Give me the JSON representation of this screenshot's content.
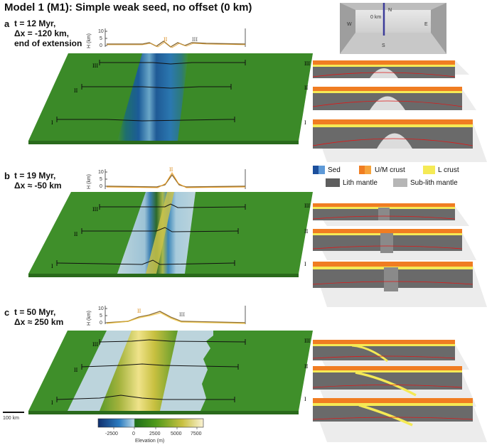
{
  "figure": {
    "title": "Model 1 (M1): Simple weak seed, no offset (0 km)"
  },
  "panels": [
    {
      "letter": "a",
      "line1": "t = 12 Myr,",
      "line2": "Δx = -120 km,",
      "line3": "end of extension"
    },
    {
      "letter": "b",
      "line1": "t = 19 Myr,",
      "line2": "Δx ≈ -50 km",
      "line3": ""
    },
    {
      "letter": "c",
      "line1": "t = 50 Myr,",
      "line2": "Δx ≈ 250 km",
      "line3": ""
    }
  ],
  "profile_axis": {
    "label": "H (km)",
    "ticks": [
      "10",
      "5",
      "0"
    ]
  },
  "profile_markers": {
    "II": "II",
    "III": "III"
  },
  "section_labels": {
    "I": "I",
    "II": "II",
    "III": "III"
  },
  "orientation_box": {
    "north": "N",
    "south": "S",
    "east": "E",
    "west": "W",
    "seed_label": "0 km"
  },
  "materials_legend": {
    "sed": "Sed",
    "um_crust": "U/M crust",
    "l_crust": "L crust",
    "lith_mantle": "Lith mantle",
    "sublith_mantle": "Sub-lith mantle"
  },
  "colorbar": {
    "title": "Elevation (m)",
    "ticks": [
      "-2500",
      "0",
      "2500",
      "5000",
      "7500"
    ],
    "colors": [
      "#10306e",
      "#2a7bc0",
      "#b8d8e6",
      "#1f6f1a",
      "#4f9a1a",
      "#c8c040",
      "#fbf3d4"
    ]
  },
  "scale_bar": {
    "label": "100 km"
  },
  "colors": {
    "lowland": "#3f8f2a",
    "ocean_deep": "#1b5b98",
    "ocean_light": "#bcd4dc",
    "mountain": "#d6cf62",
    "lith_mantle": "#6a6a6a",
    "sublith_mantle": "#dcdcdc",
    "um_crust": "#f07d22",
    "l_crust": "#f5ea55",
    "sed": "#3a78c8",
    "lab_line": "#e01818",
    "profile_line": "#8a6d3b"
  }
}
